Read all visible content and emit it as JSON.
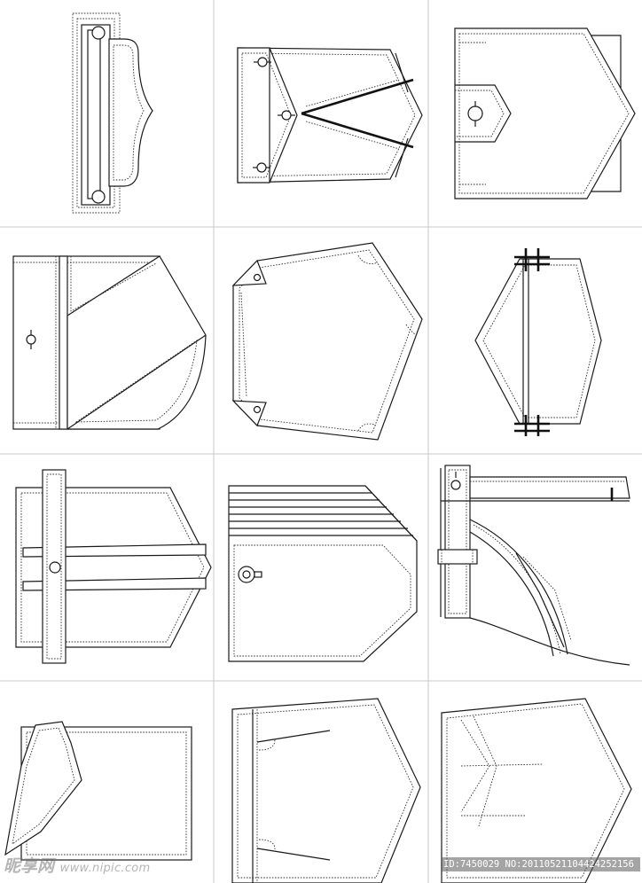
{
  "sheet": {
    "kind": "pocket design sheet",
    "grid": {
      "rows": 4,
      "columns": 3
    },
    "cells": [
      {
        "id": "r1c1",
        "item": "pocket-flap-buttoned-vertical"
      },
      {
        "id": "r1c2",
        "item": "pocket-flap-three-buttons-pleated"
      },
      {
        "id": "r1c3",
        "item": "pocket-layered-pointed-button-tab"
      },
      {
        "id": "r2c1",
        "item": "pocket-placket-curved-flap"
      },
      {
        "id": "r2c2",
        "item": "pocket-pentagon-folded-corners"
      },
      {
        "id": "r2c3",
        "item": "pocket-diamond-bartacked"
      },
      {
        "id": "r3c1",
        "item": "pocket-pointed-vertical-strap"
      },
      {
        "id": "r3c2",
        "item": "pocket-pleated-top-eyelet"
      },
      {
        "id": "r3c3",
        "item": "pocket-belt-loop-curved"
      },
      {
        "id": "r4c1",
        "item": "pocket-rectangular-folded-corner"
      },
      {
        "id": "r4c2",
        "item": "pocket-pointed-darts"
      },
      {
        "id": "r4c3",
        "item": "pocket-pointed-inner-outline"
      }
    ]
  },
  "colors": {
    "line": "#1a1a1a",
    "stitch": "#333333",
    "grid": "#c8c8c8",
    "background": "#ffffff"
  },
  "watermark": {
    "logo": "昵享网",
    "url": "www.nipic.com",
    "id_text": "ID:7450029 NO:20110521104424252156"
  }
}
